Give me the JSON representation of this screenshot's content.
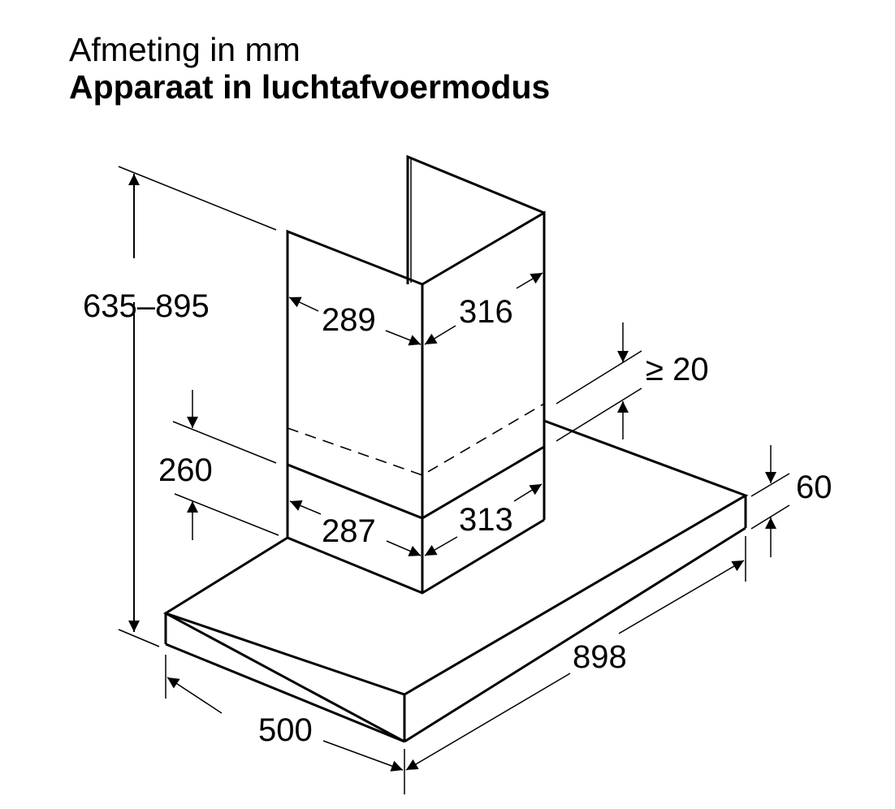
{
  "header": {
    "title": "Afmeting in mm",
    "subtitle": "Apparaat in luchtafvoermodus"
  },
  "dimensions": {
    "total_height": "635–895",
    "chimney_upper_depth": "289",
    "chimney_upper_width": "316",
    "clearance": "≥ 20",
    "chimney_lower_height": "260",
    "chimney_lower_depth": "287",
    "chimney_lower_width": "313",
    "hood_thickness": "60",
    "hood_width": "898",
    "hood_depth": "500"
  },
  "colors": {
    "line": "#000000",
    "background": "#ffffff"
  }
}
